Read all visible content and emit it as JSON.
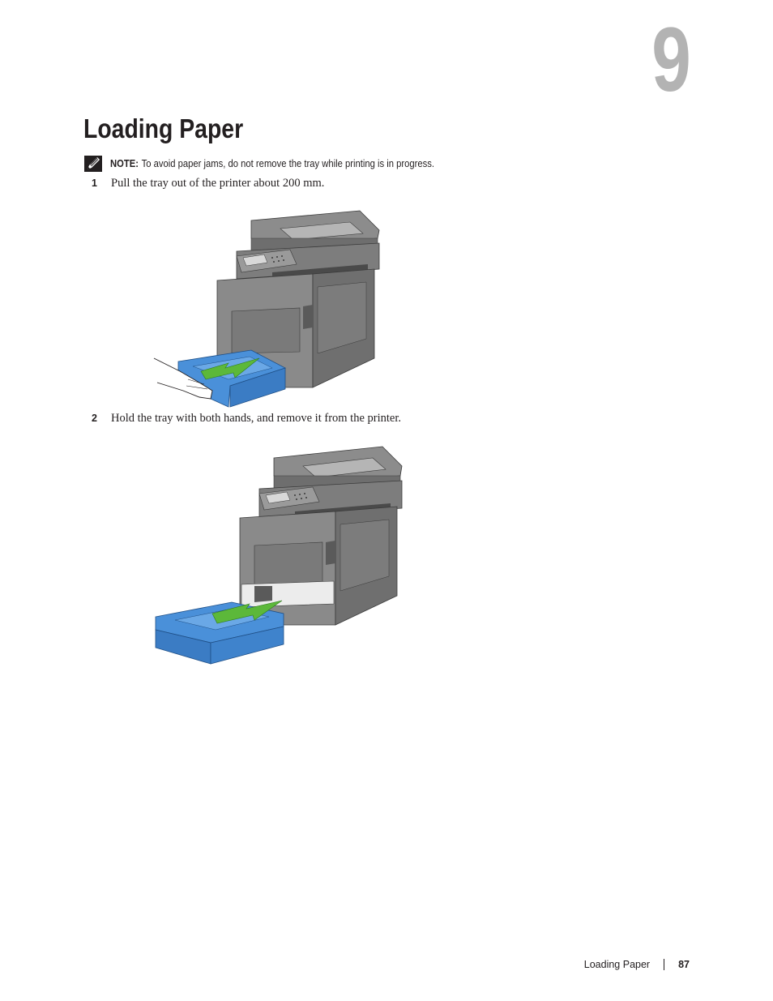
{
  "chapter": {
    "number": "9",
    "title": "Loading Paper"
  },
  "note": {
    "label": "NOTE:",
    "text": "To avoid paper jams, do not remove the tray while printing is in progress.",
    "icon": "pencil-note-icon"
  },
  "steps": [
    {
      "number": "1",
      "text": "Pull the tray out of the printer about 200 mm."
    },
    {
      "number": "2",
      "text": "Hold the tray with both hands, and remove it from the printer."
    }
  ],
  "colors": {
    "tray": "#4a90d9",
    "arrow": "#5cb83a",
    "printer": "#7a7a7a",
    "chapter_number": "#b3b3b3"
  },
  "footer": {
    "section": "Loading Paper",
    "page": "87"
  }
}
